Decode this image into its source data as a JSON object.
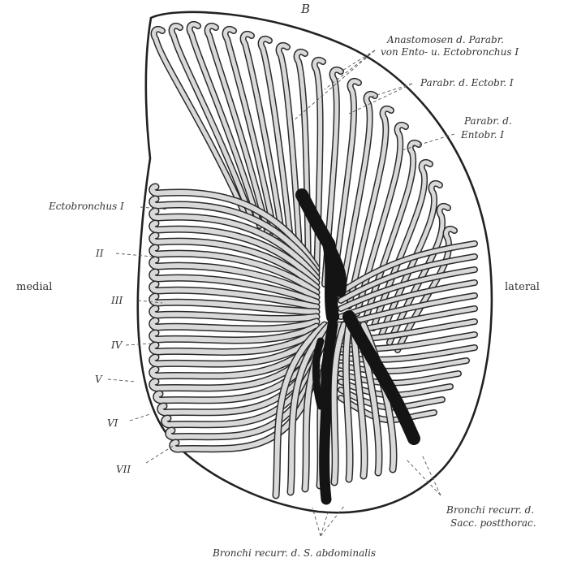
{
  "figure": {
    "panel_label": "B",
    "orientation": {
      "left": "medial",
      "right": "lateral"
    },
    "top_labels": {
      "anastomosen": [
        "Anastomosen d. Parabr.",
        "von Ento- u. Ectobronchus I"
      ],
      "parabr_ectobr": "Parabr. d. Ectobr. I",
      "parabr_entobr": [
        "Parabr. d.",
        "Entobr. I"
      ]
    },
    "left_labels": {
      "ectobronchus": "Ectobronchus I",
      "numerals": [
        "II",
        "III",
        "IV",
        "V",
        "VI",
        "VII"
      ]
    },
    "bottom_labels": {
      "postthorac": [
        "Bronchi recurr. d.",
        "Sacc. postthorac."
      ],
      "abdominalis": "Bronchi recurr. d. S. abdominalis"
    }
  }
}
